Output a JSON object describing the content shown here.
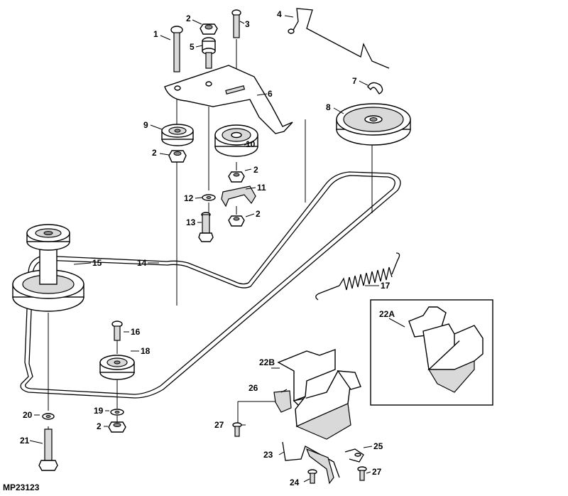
{
  "diagram": {
    "code": "MP23123",
    "callouts": [
      "1",
      "2",
      "3",
      "4",
      "5",
      "6",
      "7",
      "8",
      "9",
      "2",
      "10",
      "2",
      "11",
      "12",
      "2",
      "13",
      "14",
      "15",
      "17",
      "16",
      "18",
      "22A",
      "22B",
      "26",
      "20",
      "19",
      "2",
      "27",
      "21",
      "23",
      "25",
      "24",
      "27"
    ]
  }
}
